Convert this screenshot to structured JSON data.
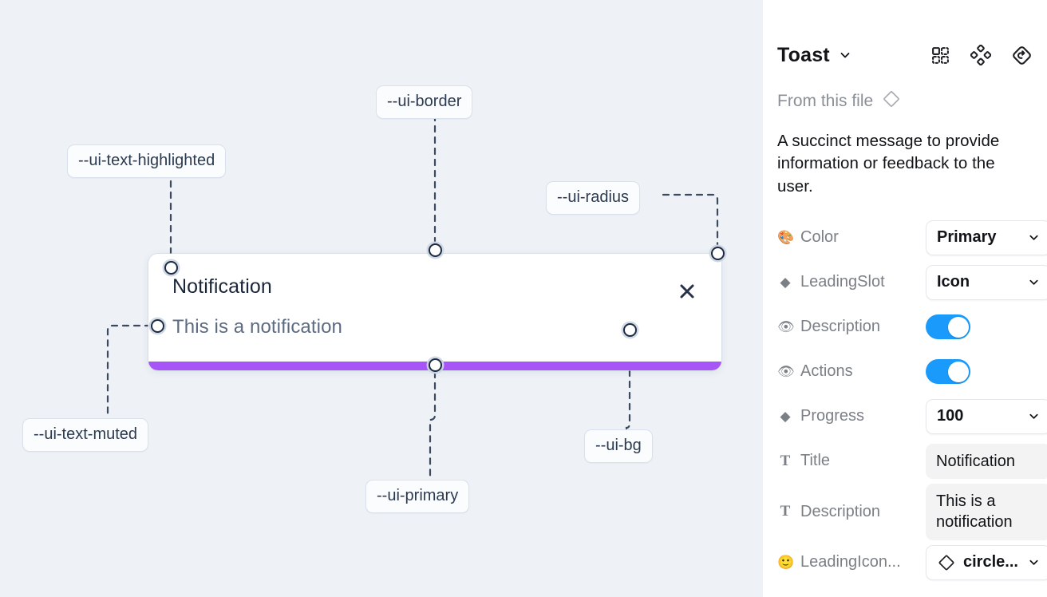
{
  "canvas": {
    "background_color": "#eef2f7",
    "tokens": [
      {
        "id": "ui-text-highlighted",
        "label": "--ui-text-highlighted"
      },
      {
        "id": "ui-border",
        "label": "--ui-border"
      },
      {
        "id": "ui-radius",
        "label": "--ui-radius"
      },
      {
        "id": "ui-text-muted",
        "label": "--ui-text-muted"
      },
      {
        "id": "ui-primary",
        "label": "--ui-primary"
      },
      {
        "id": "ui-bg",
        "label": "--ui-bg"
      }
    ],
    "toast": {
      "title": "Notification",
      "description": "This is a notification",
      "close_icon": "close-x-icon",
      "progress_color": "#a855f7",
      "background_color": "#ffffff"
    }
  },
  "panel": {
    "title": "Toast",
    "title_chevron_icon": "chevron-down-icon",
    "header_icons": [
      {
        "name": "component-grid-icon"
      },
      {
        "name": "variants-diamond-cluster-icon"
      },
      {
        "name": "reset-diamond-icon"
      }
    ],
    "from_file": {
      "label": "From this file",
      "icon": "diamond-outline-icon"
    },
    "description": "A succinct message to provide information or feedback to the user.",
    "properties": [
      {
        "icon": "palette-emoji",
        "emoji": "🎨",
        "label": "Color",
        "control": "select",
        "value": "Primary"
      },
      {
        "icon": "diamond-emoji",
        "emoji": "◆",
        "label": "LeadingSlot",
        "control": "select",
        "value": "Icon"
      },
      {
        "icon": "eye-emoji",
        "emoji": "👁",
        "label": "Description",
        "control": "toggle",
        "value": "on"
      },
      {
        "icon": "eye-emoji",
        "emoji": "👁",
        "label": "Actions",
        "control": "toggle",
        "value": "on"
      },
      {
        "icon": "diamond-emoji",
        "emoji": "◆",
        "label": "Progress",
        "control": "select",
        "value": "100"
      },
      {
        "icon": "text-t-icon",
        "emoji": "T",
        "label": "Title",
        "control": "text",
        "value": "Notification"
      },
      {
        "icon": "text-t-icon",
        "emoji": "T",
        "label": "Description",
        "control": "text",
        "value": "This is a notification"
      },
      {
        "icon": "smiley-emoji",
        "emoji": "🙂",
        "label": "LeadingIcon...",
        "control": "icon-select",
        "value": "circle..."
      }
    ]
  },
  "colors": {
    "accent_primary": "#a855f7",
    "toggle_on": "#1a9bfc",
    "canvas_bg": "#eef2f7",
    "chip_border": "#d8e1ec",
    "text_dark": "#1b2639",
    "text_muted": "#5d6b82"
  }
}
